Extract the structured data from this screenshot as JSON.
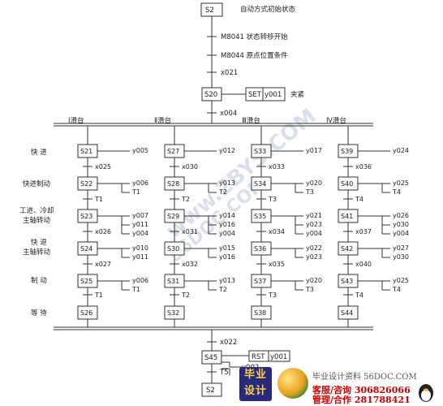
{
  "steps": {
    "s2_top": "S2",
    "s20": "S20",
    "s21": "S21",
    "s22": "S22",
    "s23": "S23",
    "s24": "S24",
    "s25": "S25",
    "s26": "S26",
    "s27": "S27",
    "s28": "S28",
    "s29": "S29",
    "s30": "S30",
    "s31": "S31",
    "s32": "S32",
    "s33": "S33",
    "s34": "S34",
    "s35": "S35",
    "s36": "S36",
    "s37": "S37",
    "s38": "S38",
    "s39": "S39",
    "s40": "S40",
    "s41": "S41",
    "s42": "S42",
    "s43": "S43",
    "s44": "S44",
    "s45": "S45",
    "s2_bottom": "S2"
  },
  "notes": {
    "s2": "自动方式初始状态",
    "m8041": "M8041 状态转移开始",
    "m8044": "M8044 原点位置条件",
    "x021": "x021",
    "set": "SET",
    "set_y001": "y001",
    "clamp": "夹紧",
    "x004": "x004",
    "x022": "x022",
    "rst": "RST",
    "rst_y001": "y001",
    "y002": "y002",
    "t5": "T5"
  },
  "columns": {
    "c1": "Ⅰ滑台",
    "c2": "Ⅱ滑台",
    "c3": "Ⅲ滑台",
    "c4": "Ⅳ滑台"
  },
  "row_labels": {
    "fast": "快  进",
    "fast_brake": "快进制动",
    "work_line1": "工进、冷却",
    "work_line2": "主轴转动",
    "retreat_line1": "快  退",
    "retreat_line2": "主轴转动",
    "brake": "制  动",
    "wait": "等  待"
  },
  "col1": {
    "s21_out": "y005",
    "tr1": "x025",
    "s22_out": "y006",
    "s22_timer": "T1",
    "tr2": "T1",
    "s23_out1": "y007",
    "s23_out2": "y011",
    "s23_out3": "y004",
    "tr3": "x026",
    "s24_out1": "y010",
    "s24_out2": "y011",
    "tr4": "x027",
    "s25_out": "y006",
    "s25_timer": "T1",
    "tr5": "T1"
  },
  "col2": {
    "s27_out": "y012",
    "tr1": "x030",
    "s28_out": "y013",
    "s28_timer": "T2",
    "tr2": "T2",
    "s29_out1": "y014",
    "s29_out2": "y016",
    "s29_out3": "y004",
    "tr3": "x031",
    "s30_out1": "y015",
    "s30_out2": "y016",
    "tr4": "x032",
    "s31_out": "y013",
    "s31_timer": "T2",
    "tr5": "T2"
  },
  "col3": {
    "s33_out": "y017",
    "tr1": "x033",
    "s34_out": "y020",
    "s34_timer": "T3",
    "tr2": "T3",
    "s35_out1": "y021",
    "s35_out2": "y023",
    "s35_out3": "y004",
    "tr3": "x034",
    "s36_out1": "y022",
    "s36_out2": "y023",
    "tr4": "x035",
    "s37_out": "y020",
    "s37_timer": "T3",
    "tr5": "T3"
  },
  "col4": {
    "s39_out": "y024",
    "tr1": "x036",
    "s40_out": "y025",
    "s40_timer": "T4",
    "tr2": "T4",
    "s41_out1": "y026",
    "s41_out2": "y030",
    "s41_out3": "y004",
    "tr3": "x037",
    "s42_out1": "y027",
    "s42_out2": "y030",
    "tr4": "x040",
    "s43_out": "y025",
    "s43_timer": "T4",
    "tr5": "T4"
  },
  "watermark": {
    "center1": "www.2BYS.COM",
    "center2": "56DOC.COM",
    "logo_text": "毕业设计",
    "site": "毕业设计资料 56DOC.COM",
    "qq1": "客服/咨询 306826066",
    "qq2": "管理/合作 281788421"
  },
  "colors": {
    "ink": "#333333",
    "watermark": "#c8ccd8"
  }
}
